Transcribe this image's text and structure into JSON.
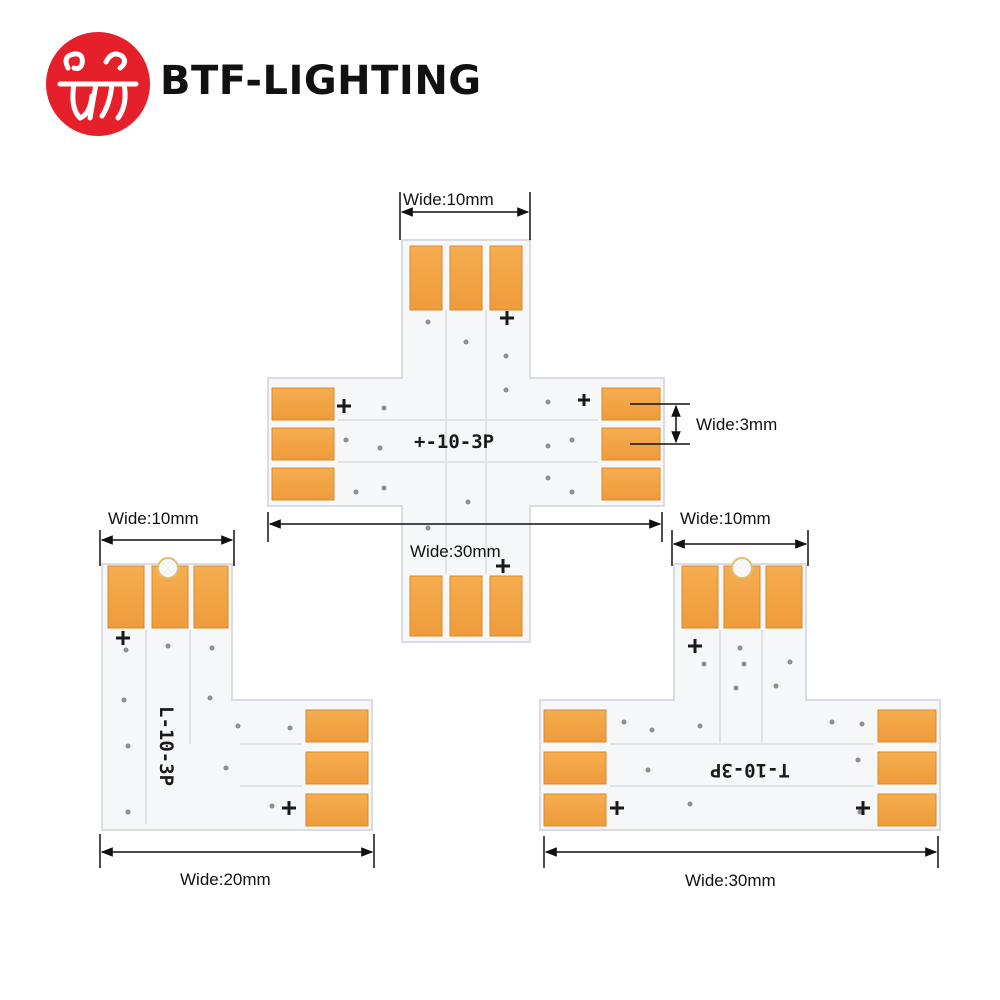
{
  "brand": {
    "logo_icon": "btf-logo-icon",
    "name": "BTF-LIGHTING",
    "logo_color": "#e5202a"
  },
  "colors": {
    "pad": "#f2a444",
    "pad_edge": "#d98a2c",
    "board": "#f6f7f9",
    "board_edge": "#d9dde3"
  },
  "connectors": {
    "cross": {
      "silk": "+-10-3P",
      "width_label": "Wide:10mm",
      "pad_label": "Wide:3mm",
      "span_label": "Wide:30mm"
    },
    "l_shape": {
      "silk": "L-10-3P",
      "width_label": "Wide:10mm",
      "span_label": "Wide:20mm"
    },
    "t_shape": {
      "silk": "T-10-3P",
      "width_label": "Wide:10mm",
      "span_label": "Wide:30mm"
    }
  }
}
